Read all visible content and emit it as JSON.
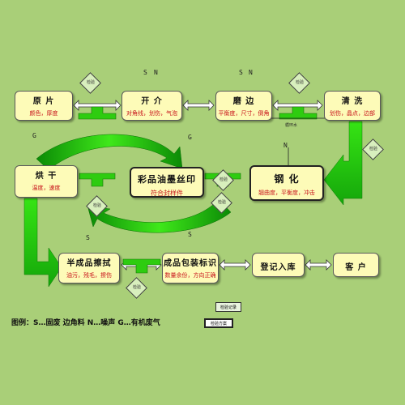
{
  "colors": {
    "background": "#a9cf78",
    "box_fill": "#fdfbb8",
    "sub_text": "#c8141b",
    "arrow_green": "#2ecc10",
    "diamond_fill": "#d8efbd"
  },
  "boxes": {
    "raw": {
      "title": "原 片",
      "sub": "颜色，厚度"
    },
    "cutting": {
      "title": "开 介",
      "sub": "对角线，划伤，气泡"
    },
    "edging": {
      "title": "磨 边",
      "sub": "平衡度，尺寸，倒角"
    },
    "washing": {
      "title": "清 洗",
      "sub": "划伤，晶点，边部"
    },
    "drying": {
      "title": "烘 干",
      "sub": "温度，速度"
    },
    "printing": {
      "title": "彩品油墨丝印",
      "sub": "符合封样件"
    },
    "tempering": {
      "title": "钢 化",
      "sub": "翘曲度，平衡度，冲击"
    },
    "semi": {
      "title": "半成品擦拭",
      "sub": "油污，残毛，擦伤"
    },
    "packing": {
      "title": "成品包装标识",
      "sub": "数量余份，方向正确"
    },
    "store": {
      "title": "登记入库",
      "sub": ""
    },
    "customer": {
      "title": "客 户",
      "sub": ""
    }
  },
  "labels": {
    "s": "S",
    "n": "N",
    "g": "G"
  },
  "diamonds": {
    "d1": "检验",
    "d2": "检验",
    "d3": "检验",
    "d4": "检验",
    "d5": "检验",
    "d6": "检验",
    "d7": "检验"
  },
  "notes": {
    "washing_note": "循环水",
    "smallbox1": "检验记录",
    "smallbox2": "检验方案"
  },
  "legend": "图例：S…固废  边角料  N…噪声  G…有机废气"
}
